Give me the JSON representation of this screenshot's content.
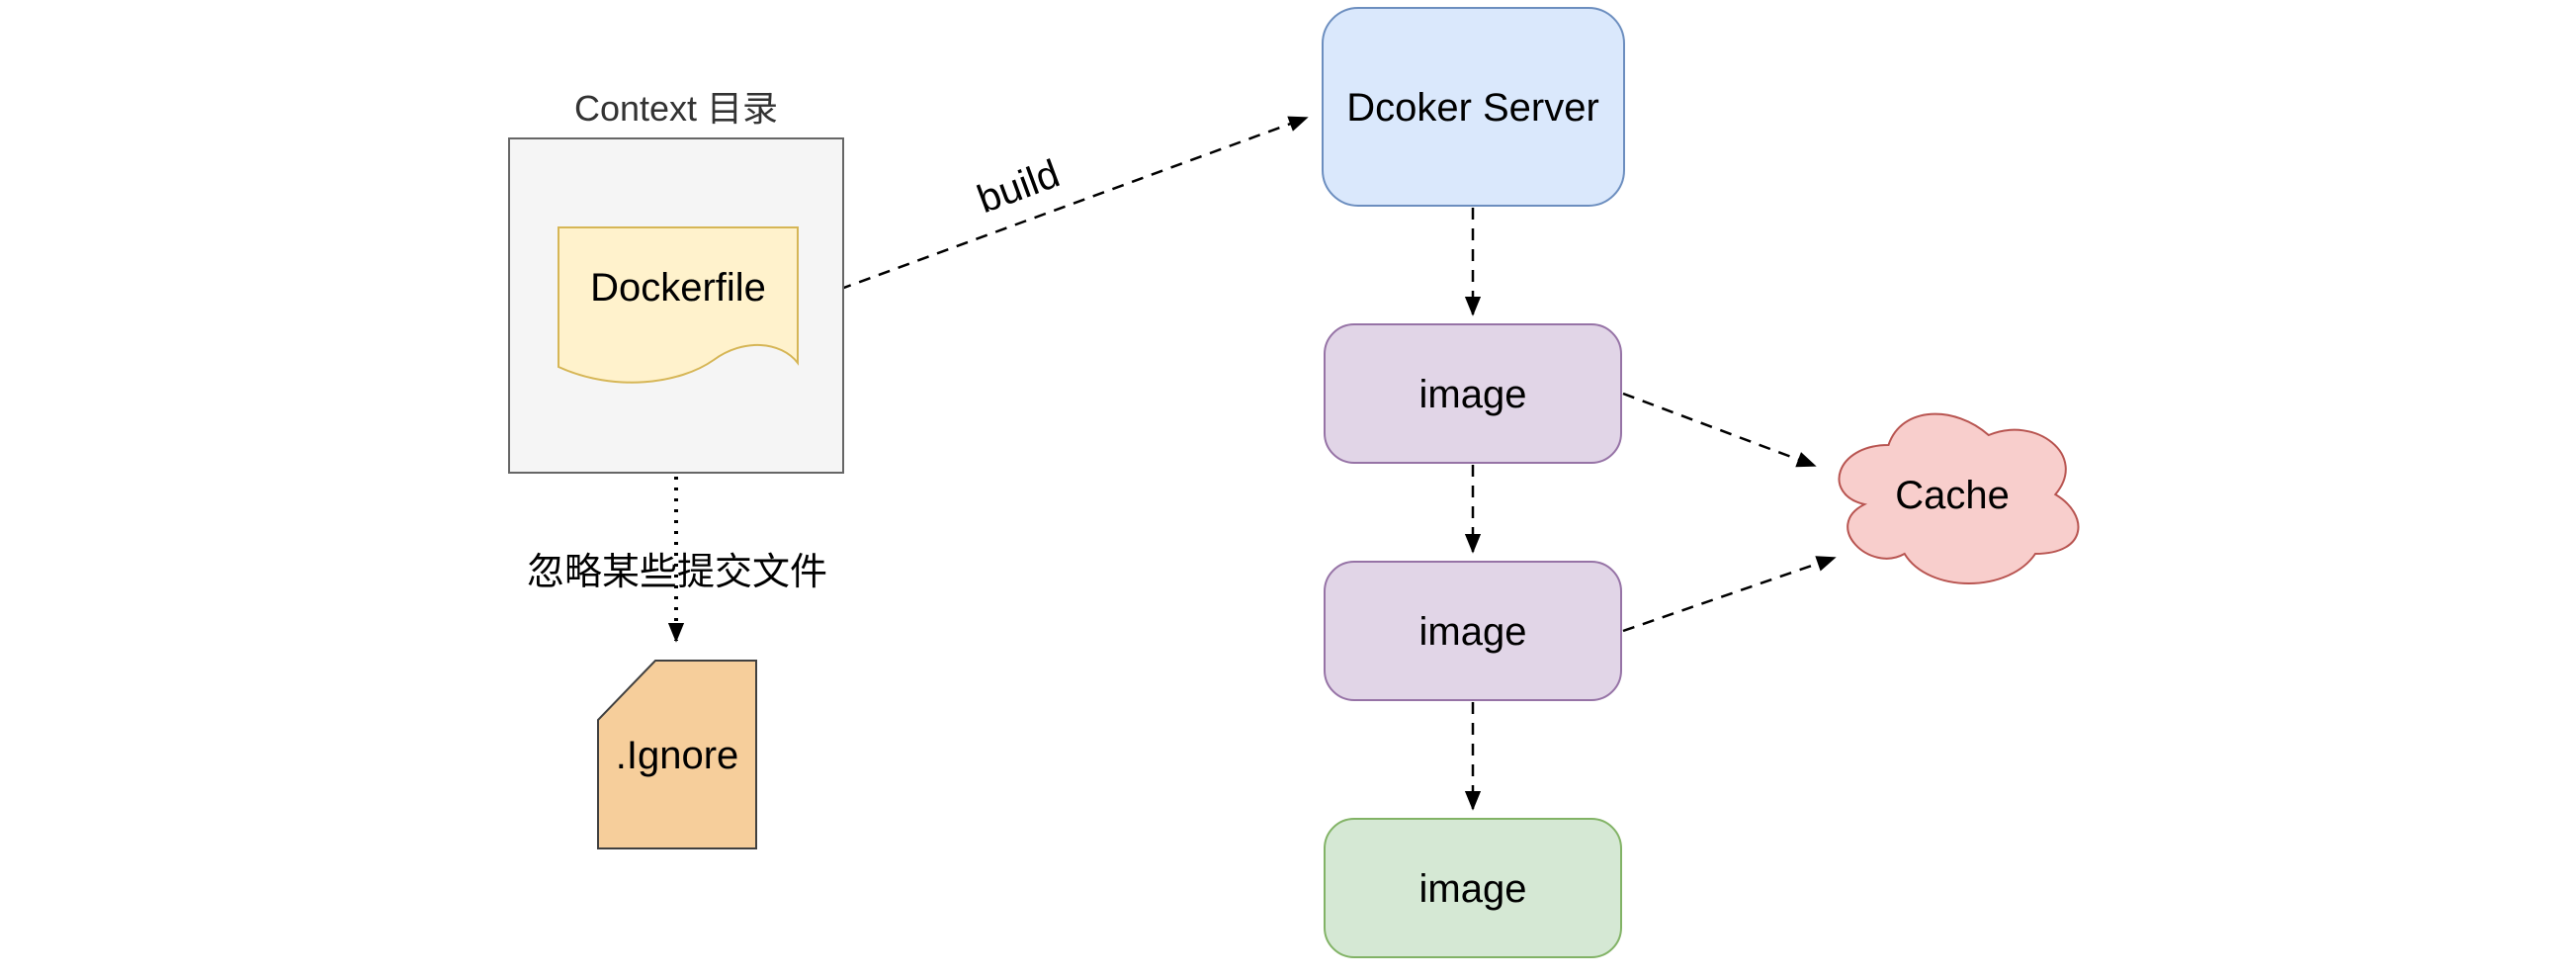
{
  "diagram": {
    "background_color": "#ffffff",
    "edge_color": "#000000",
    "nodes": {
      "context_dir": {
        "label": "Context 目录",
        "fill": "#f5f5f5",
        "stroke": "#666666",
        "font_color": "#333333",
        "shape": "rectangle-container"
      },
      "dockerfile": {
        "label": "Dockerfile",
        "fill": "#fff2cc",
        "stroke": "#d6b656",
        "shape": "document"
      },
      "ignore_file": {
        "label": ".Ignore",
        "fill": "#f6ce9b",
        "stroke": "#404040",
        "shape": "card-cut-corner"
      },
      "docker_server": {
        "label": "Dcoker Server",
        "fill": "#dae8fc",
        "stroke": "#6c8ebf",
        "shape": "rounded-rectangle"
      },
      "image_1": {
        "label": "image",
        "fill": "#e1d5e7",
        "stroke": "#9673a6",
        "shape": "rounded-rectangle"
      },
      "image_2": {
        "label": "image",
        "fill": "#e1d5e7",
        "stroke": "#9673a6",
        "shape": "rounded-rectangle"
      },
      "image_3": {
        "label": "image",
        "fill": "#d5e8d4",
        "stroke": "#82b366",
        "shape": "rounded-rectangle"
      },
      "cache": {
        "label": "Cache",
        "fill": "#f8cecc",
        "stroke": "#b85450",
        "shape": "cloud"
      }
    },
    "edges": {
      "build": {
        "label": "build",
        "from": "dockerfile",
        "to": "docker_server",
        "style": "dashed-arrow"
      },
      "ignore_note": {
        "label": "忽略某些提交文件",
        "from": "context_dir",
        "to": "ignore_file",
        "style": "dotted-arrow"
      },
      "server_to_image1": {
        "label": "",
        "from": "docker_server",
        "to": "image_1",
        "style": "dashed-arrow"
      },
      "image1_to_image2": {
        "label": "",
        "from": "image_1",
        "to": "image_2",
        "style": "dashed-arrow"
      },
      "image2_to_image3": {
        "label": "",
        "from": "image_2",
        "to": "image_3",
        "style": "dashed-arrow"
      },
      "image1_to_cache": {
        "label": "",
        "from": "image_1",
        "to": "cache",
        "style": "dashed-arrow"
      },
      "image2_to_cache": {
        "label": "",
        "from": "image_2",
        "to": "cache",
        "style": "dashed-arrow"
      }
    }
  }
}
